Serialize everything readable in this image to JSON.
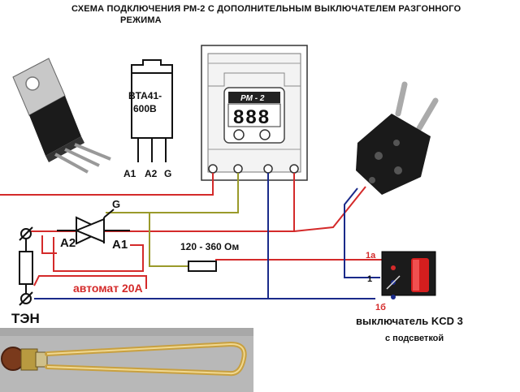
{
  "title_line1": "СХЕМА ПОДКЛЮЧЕНИЯ РМ-2 С ДОПОЛНИТЕЛЬНЫМ ВЫКЛЮЧАТЕЛЕМ РАЗГОННОГО",
  "title_line2": "РЕЖИМА",
  "triac": {
    "part_line1": "BTA41-",
    "part_line2": "600B",
    "pin_a1": "A1",
    "pin_a2": "A2",
    "pin_g": "G"
  },
  "relay": {
    "model": "РМ - 2",
    "display": "888"
  },
  "schematic": {
    "gate_label": "G",
    "a2_label": "A2",
    "a1_label": "A1",
    "resistor_label": "120 - 360 Ом",
    "breaker_label": "автомат 20А",
    "heater_label": "ТЭН"
  },
  "switch": {
    "terminal_1a": "1а",
    "terminal_1": "1",
    "terminal_1b": "1б",
    "name": "выключатель KCD 3",
    "subtitle": "с подсветкой"
  },
  "colors": {
    "red_wire": "#d42a2a",
    "blue_wire": "#1a2a8a",
    "olive_wire": "#9a9a2a",
    "dark_wire": "#111111"
  }
}
